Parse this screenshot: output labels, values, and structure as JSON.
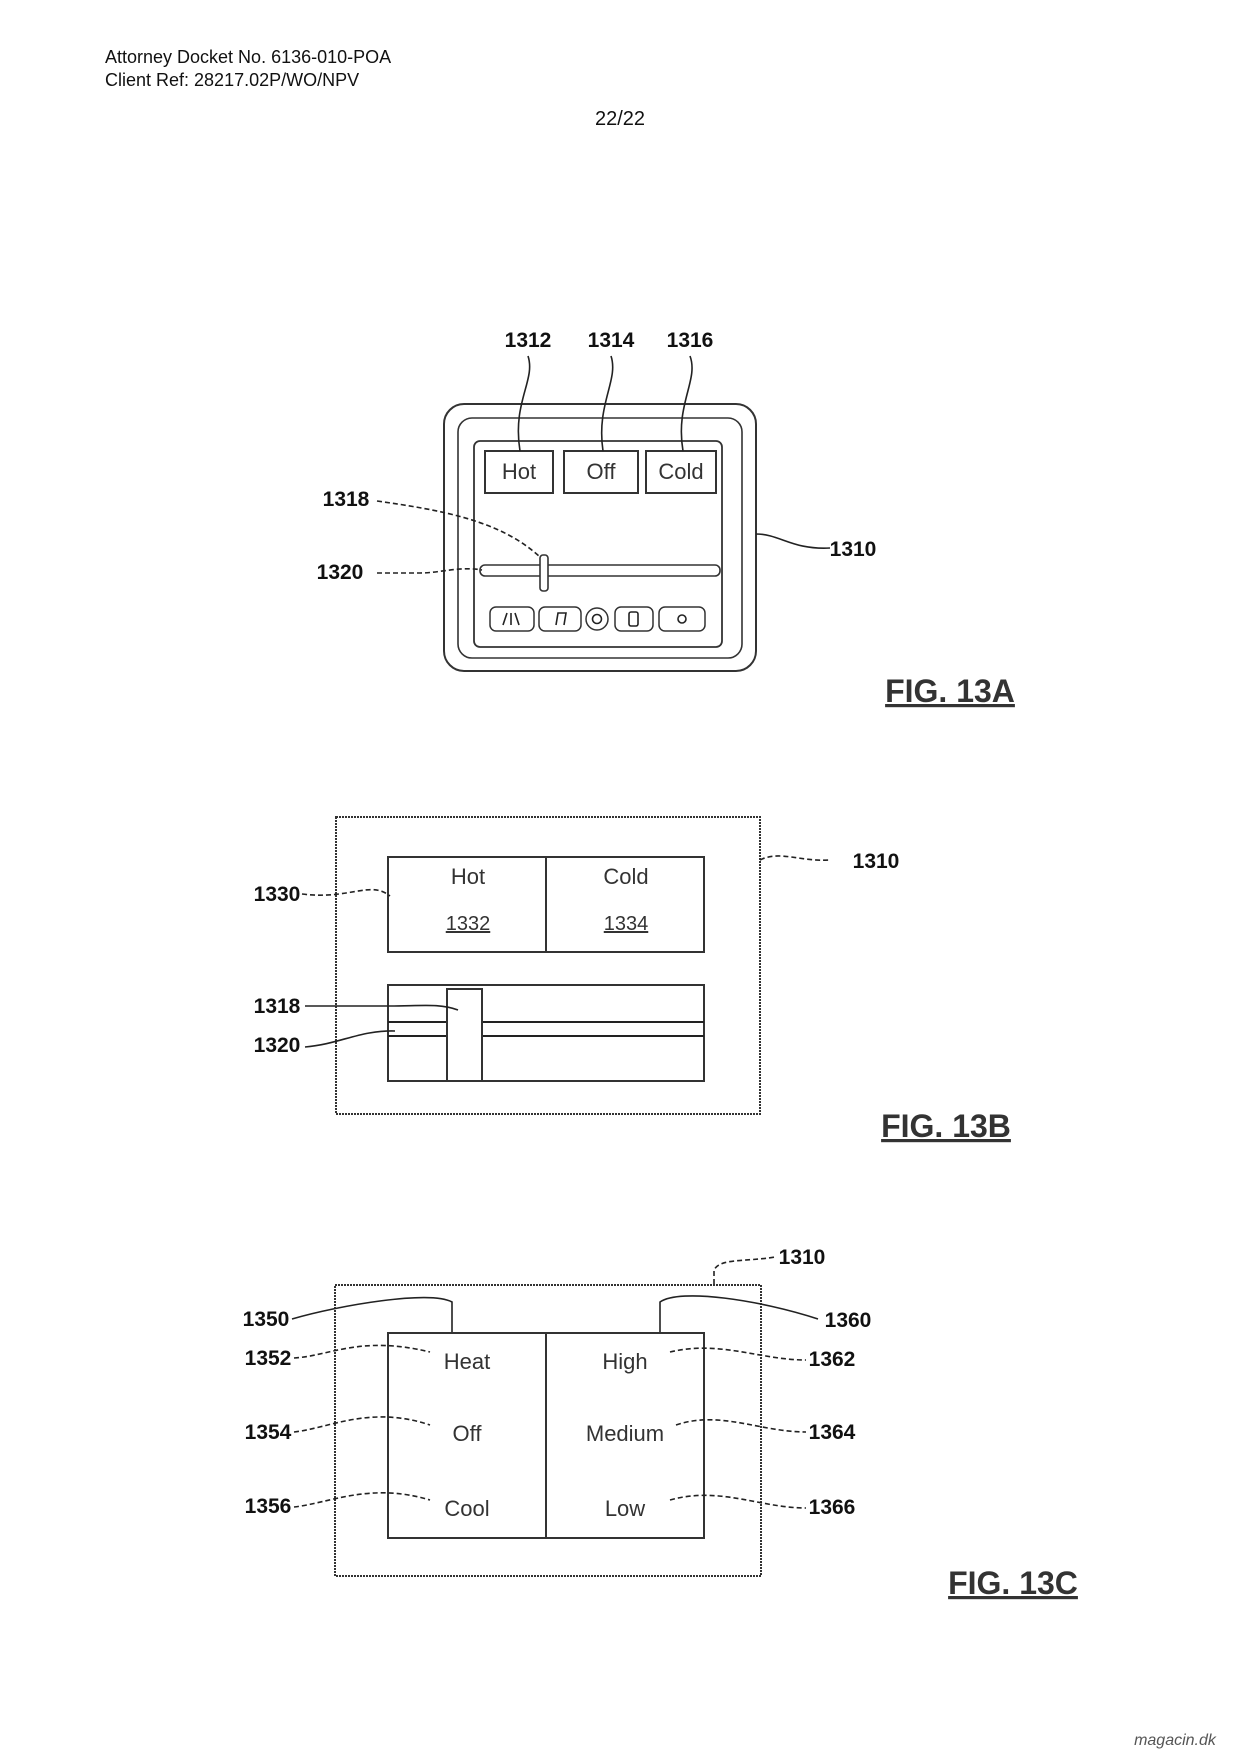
{
  "header": {
    "docket": "Attorney Docket No. 6136-010-POA",
    "client_ref": "Client Ref: 28217.02P/WO/NPV",
    "page_number": "22/22"
  },
  "fig13a": {
    "caption": "FIG. 13A",
    "buttons": {
      "hot": "Hot",
      "off": "Off",
      "cold": "Cold"
    },
    "refs": {
      "r1312": "1312",
      "r1314": "1314",
      "r1316": "1316",
      "r1318": "1318",
      "r1320": "1320",
      "r1310": "1310"
    },
    "nav_icons": [
      "wiper-icon",
      "music-note-icon",
      "power-icon",
      "phone-icon",
      "settings-icon"
    ]
  },
  "fig13b": {
    "caption": "FIG. 13B",
    "hot_label": "Hot",
    "hot_ref": "1332",
    "cold_label": "Cold",
    "cold_ref": "1334",
    "refs": {
      "r1310": "1310",
      "r1330": "1330",
      "r1318": "1318",
      "r1320": "1320"
    }
  },
  "fig13c": {
    "caption": "FIG. 13C",
    "left_column": [
      "Heat",
      "Off",
      "Cool"
    ],
    "right_column": [
      "High",
      "Medium",
      "Low"
    ],
    "refs": {
      "r1310": "1310",
      "r1350": "1350",
      "r1360": "1360",
      "r1352": "1352",
      "r1354": "1354",
      "r1356": "1356",
      "r1362": "1362",
      "r1364": "1364",
      "r1366": "1366"
    }
  },
  "watermark": "magacin.dk"
}
